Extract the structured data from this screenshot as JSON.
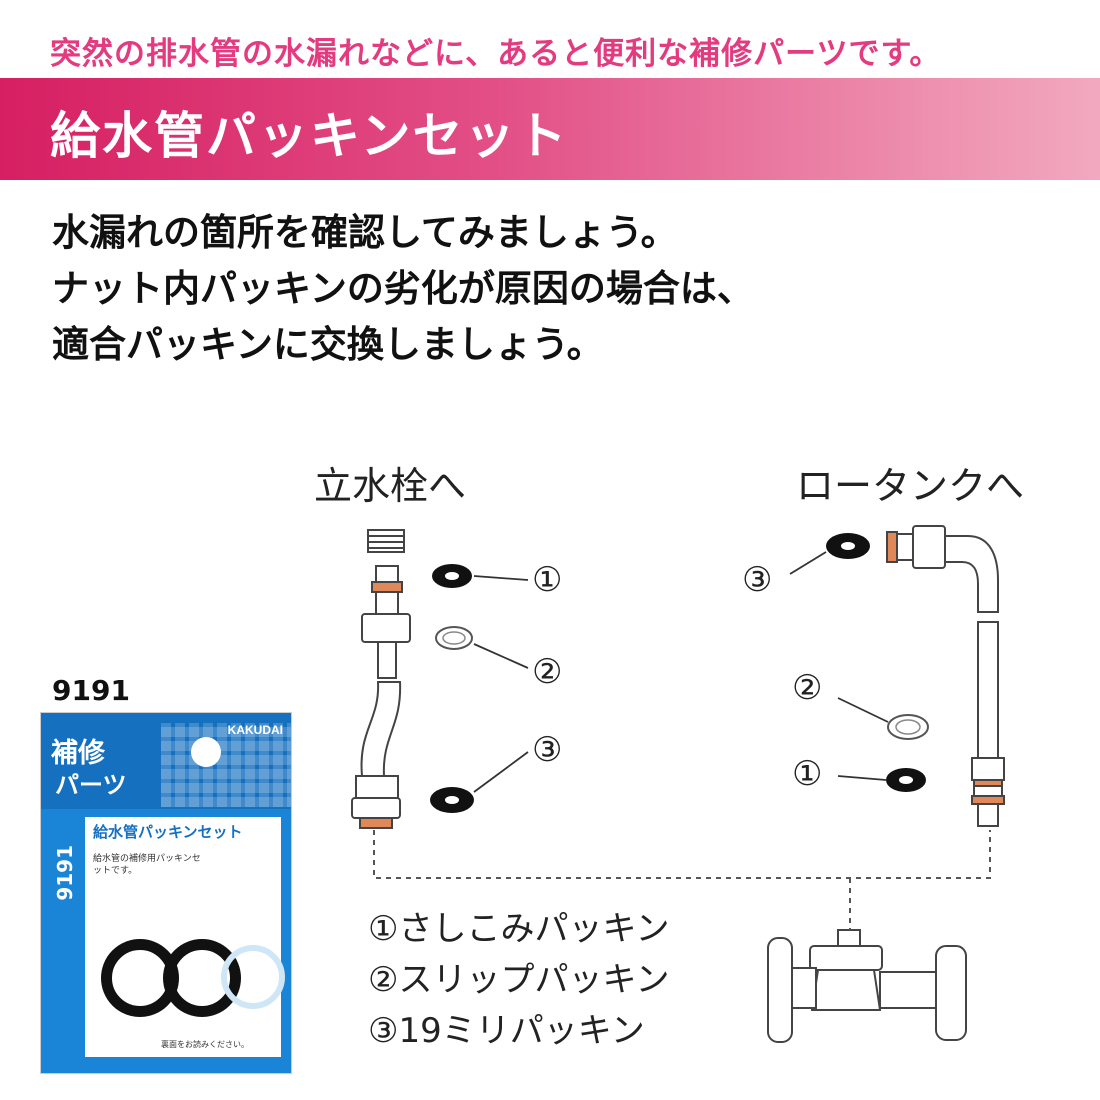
{
  "header": {
    "tagline": "突然の排水管の水漏れなどに、あると便利な補修パーツです。",
    "title": "給水管パッキンセット"
  },
  "intro": {
    "lines": [
      "水漏れの箇所を確認してみましょう。",
      "ナット内パッキンの劣化が原因の場合は、",
      "適合パッキンに交換しましょう。"
    ]
  },
  "diagram": {
    "left_heading": "立水栓へ",
    "right_heading": "ロータンクへ",
    "markers": {
      "m1": "①",
      "m2": "②",
      "m3": "③"
    },
    "legend": [
      "①さしこみパッキン",
      "②スリップパッキン",
      "③19ミリパッキン"
    ]
  },
  "product": {
    "id": "9191",
    "brand": "KAKUDAI",
    "badge_line1": "補修",
    "badge_line2": "パーツ",
    "card_title": "給水管パッキンセット",
    "code": "9191",
    "description": "給水管の補修用パッキンセットです。",
    "note": "裏面をお読みください。"
  },
  "colors": {
    "accent": "#e33a80",
    "banner_start": "#d61f62",
    "banner_end": "#f2a9bf",
    "package_blue": "#1670c0",
    "packing_orange": "#e0885a"
  }
}
